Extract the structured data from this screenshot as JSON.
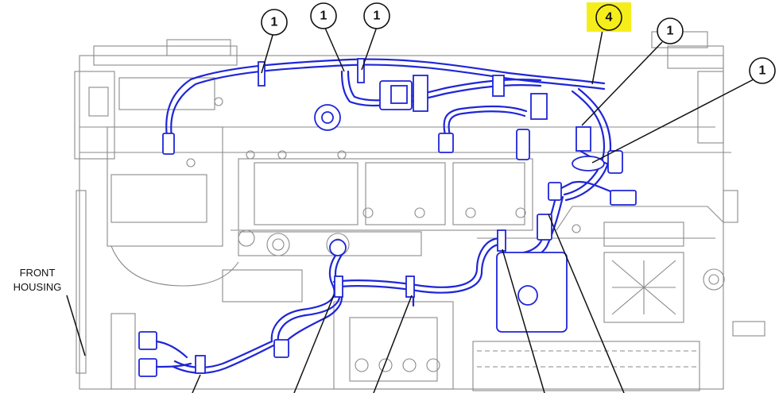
{
  "diagram": {
    "callouts": [
      {
        "id": "callout-1a",
        "label": "1"
      },
      {
        "id": "callout-1b",
        "label": "1"
      },
      {
        "id": "callout-1c",
        "label": "1"
      },
      {
        "id": "callout-4",
        "label": "4",
        "highlight": "#f5ee1a"
      },
      {
        "id": "callout-1d",
        "label": "1"
      },
      {
        "id": "callout-1e",
        "label": "1"
      }
    ],
    "front_housing": {
      "line1": "FRONT",
      "line2": "HOUSING"
    },
    "colors": {
      "harness": "#1f26d8",
      "engine": "#8a8a8a",
      "callout_highlight": "#f5ee1a"
    }
  }
}
